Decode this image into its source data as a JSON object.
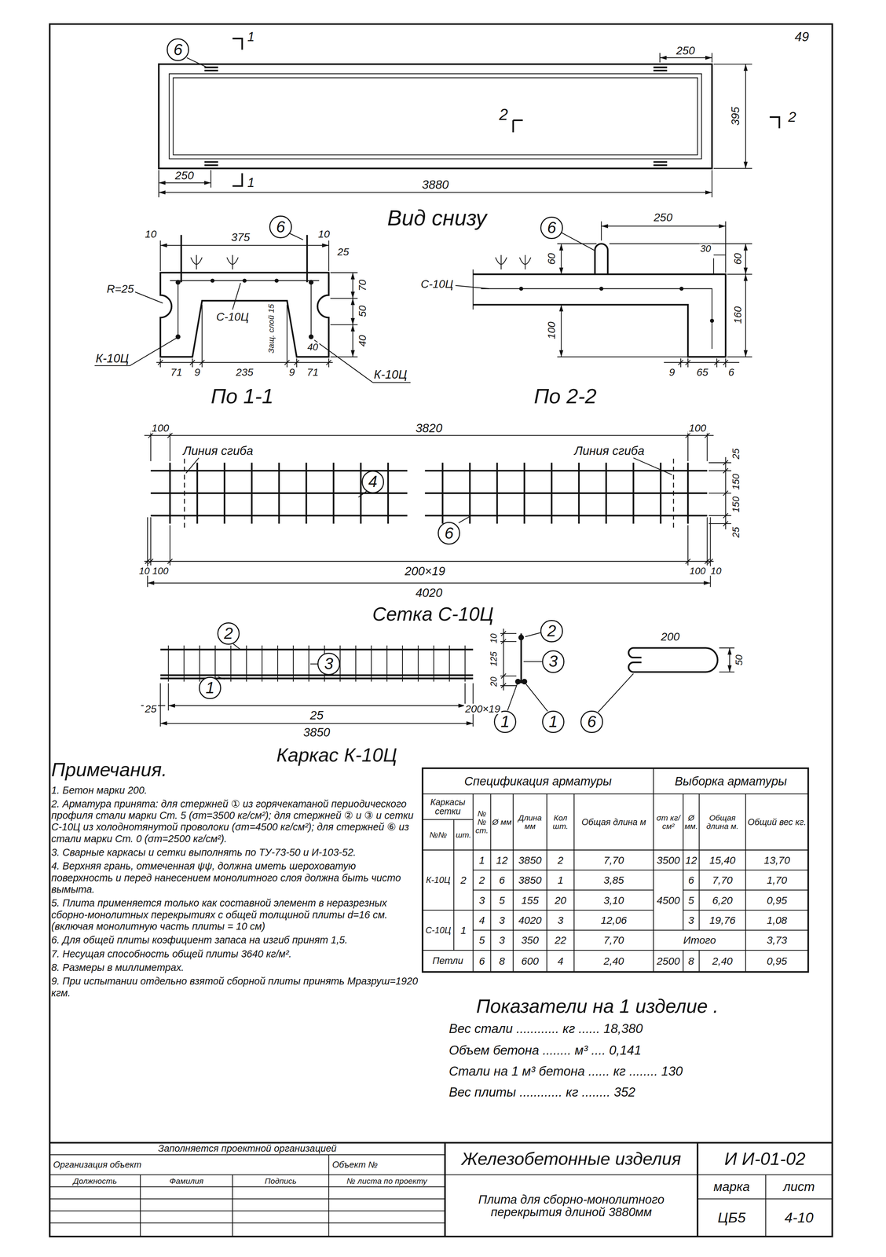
{
  "diagram": {
    "nodes": [
      {
        "text": [
          "6"
        ]
      },
      {
        "text": [
          "6"
        ]
      },
      {
        "text": [
          "6"
        ]
      },
      {
        "text": [
          "4"
        ]
      },
      {
        "text": [
          "6"
        ]
      },
      {
        "text": [
          "2"
        ]
      },
      {
        "text": [
          "2"
        ]
      },
      {
        "text": [
          "3"
        ]
      },
      {
        "text": [
          "3"
        ]
      },
      {
        "text": [
          "1"
        ]
      },
      {
        "text": [
          "1"
        ]
      },
      {
        "text": [
          "1"
        ]
      },
      {
        "text": [
          "6"
        ]
      }
    ],
    "labels": [
      "49",
      "250",
      "395",
      "1",
      "2",
      "2",
      "250",
      "1",
      "3880",
      "Вид снизу",
      "10",
      "375",
      "10",
      "25",
      "R=25",
      "70",
      "С-10Ц",
      "Защ. слой 15",
      "50",
      "40",
      "40",
      "К-10Ц",
      "К-10Ц",
      "71",
      "9",
      "235",
      "9",
      "71",
      "По 1-1",
      "250",
      "60",
      "30",
      "60",
      "С-10Ц",
      "160",
      "100",
      "9",
      "65",
      "6",
      "По 2-2",
      "100",
      "3820",
      "100",
      "Линия сгиба",
      "Линия сгиба",
      "25",
      "150",
      "150",
      "25",
      "10",
      "100",
      "200×19",
      "100",
      "10",
      "4020",
      "Сетка С-10Ц",
      "10",
      "125",
      "20",
      "200",
      "50",
      "25",
      "200×19",
      "25",
      "3850",
      "Каркас К-10Ц",
      "Примечания.",
      "1. Бетон марки 200.",
      "2. Арматура принята: для стержней ① из горячекатаной периодического профиля стали марки Ст. 5 (σт=3500 кг/см²); для стержней ② и ③ и сетки С-10Ц из холоднотянутой проволоки (σт=4500 кг/см²); для стержней ⑥ из стали марки Ст. 0 (σт=2500 кг/см²).",
      "3. Сварные каркасы и сетки выполнять по ТУ-73-50 и И-103-52.",
      "4. Верхняя грань, отмеченная ψψ, должна иметь шероховатую поверхность и перед нанесением монолитного слоя должна быть чисто вымыта.",
      "5. Плита применяется только как составной элемент в неразрезных сборно-монолитных перекрытиях с общей толщиной плиты d=16 см. (включая монолитную часть плиты = 10 см)",
      "6. Для общей плиты коэфициент запаса на изгиб принят 1,5.",
      "7. Несущая способность общей плиты 3640 кг/м².",
      "8. Размеры в миллиметрах.",
      "9. При испытании отдельно взятой сборной плиты принять Мразруш=1920 кгм.",
      "Спецификация арматуры",
      "Выборка арматуры",
      "Каркасы сетки",
      "№№",
      "шт.",
      "№№ ст.",
      "Ø мм",
      "Длина мм",
      "Кол шт.",
      "Общая длина м",
      "σт кг/см²",
      "Ø мм.",
      "Общая длина м.",
      "Общий вес кг.",
      "К-10Ц",
      "2",
      "1",
      "12",
      "3850",
      "2",
      "7,70",
      "3500",
      "12",
      "15,40",
      "13,70",
      "2",
      "6",
      "3850",
      "1",
      "3,85",
      "6",
      "7,70",
      "1,70",
      "3",
      "5",
      "155",
      "20",
      "3,10",
      "4500",
      "5",
      "6,20",
      "0,95",
      "С-10Ц",
      "1",
      "4",
      "3",
      "4020",
      "3",
      "12,06",
      "3",
      "19,76",
      "1,08",
      "5",
      "3",
      "350",
      "22",
      "7,70",
      "Итого",
      "3,73",
      "Петли",
      "6",
      "8",
      "600",
      "4",
      "2,40",
      "2500",
      "8",
      "2,40",
      "0,95",
      "Показатели на 1 изделие .",
      "Вес стали ............ кг ...... 18,380",
      "Объем бетона ........ м³ .... 0,141",
      "Стали на 1 м³ бетона ...... кг ........ 130",
      "Вес плиты ............ кг ........ 352",
      "Заполняется проектной организацией",
      "Организация объект",
      "Объект №",
      "Должность",
      "Фамилия",
      "Подпись",
      "№ листа по проекту",
      "Железобетонные изделия",
      "И И-01-02",
      "Плита для сборно-монолитного перекрытия длиной 3880мм",
      "марка",
      "лист",
      "ЦБ5",
      "4-10"
    ]
  }
}
